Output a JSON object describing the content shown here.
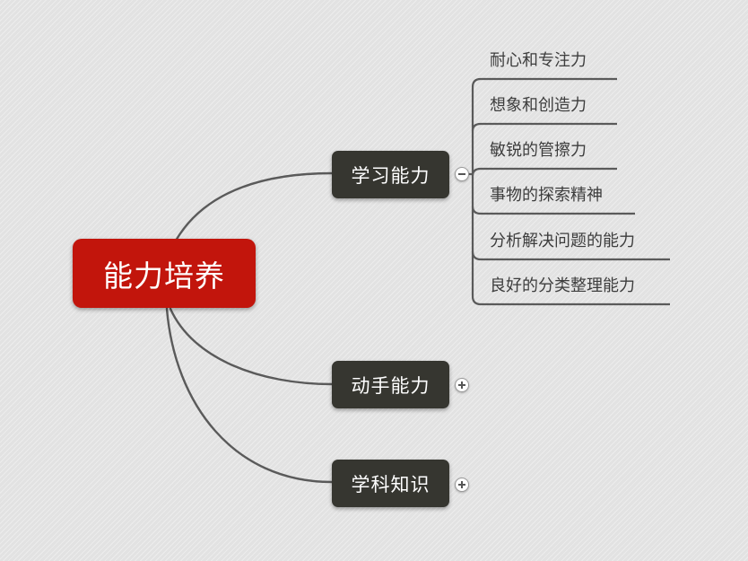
{
  "mindmap": {
    "root": {
      "label": "能力培养",
      "color": "#c2150c"
    },
    "branches": [
      {
        "label": "学习能力",
        "state": "expanded",
        "toggle_icon": "minus-icon",
        "children": [
          "耐心和专注力",
          "想象和创造力",
          "敏锐的管擦力",
          "事物的探索精神",
          "分析解决问题的能力",
          "良好的分类整理能力"
        ]
      },
      {
        "label": "动手能力",
        "state": "collapsed",
        "toggle_icon": "plus-icon",
        "children": []
      },
      {
        "label": "学科知识",
        "state": "collapsed",
        "toggle_icon": "plus-icon",
        "children": []
      }
    ],
    "colors": {
      "node_dark": "#363630",
      "line": "#5a5a5a",
      "background": "#e2e2e2"
    }
  }
}
